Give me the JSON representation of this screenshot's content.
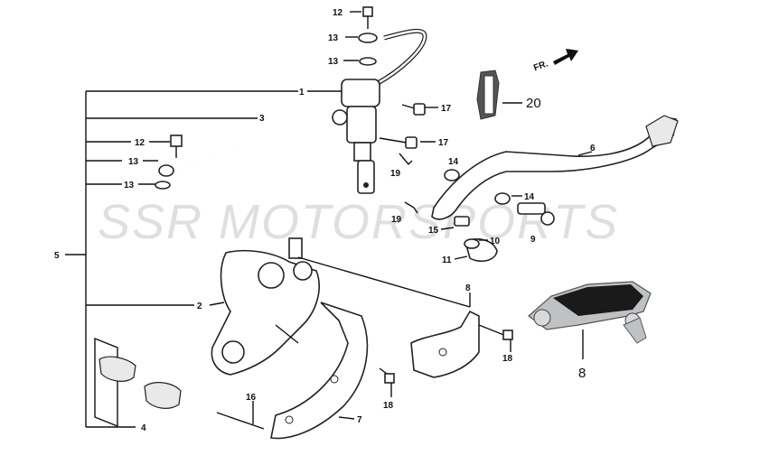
{
  "watermark": "SSR MOTORSPORTS",
  "direction_label": "FR.",
  "callouts": {
    "c1": "1",
    "c2": "2",
    "c3": "3",
    "c4": "4",
    "c5": "5",
    "c6": "6",
    "c7": "7",
    "c8a": "8",
    "c8b": "8",
    "c9": "9",
    "c10": "10",
    "c11": "11",
    "c12a": "12",
    "c12b": "12",
    "c13a": "13",
    "c13b": "13",
    "c13c": "13",
    "c13d": "13",
    "c14a": "14",
    "c14b": "14",
    "c15": "15",
    "c16": "16",
    "c17a": "17",
    "c17b": "17",
    "c18a": "18",
    "c18b": "18",
    "c19a": "19",
    "c19b": "19",
    "c20": "20"
  }
}
